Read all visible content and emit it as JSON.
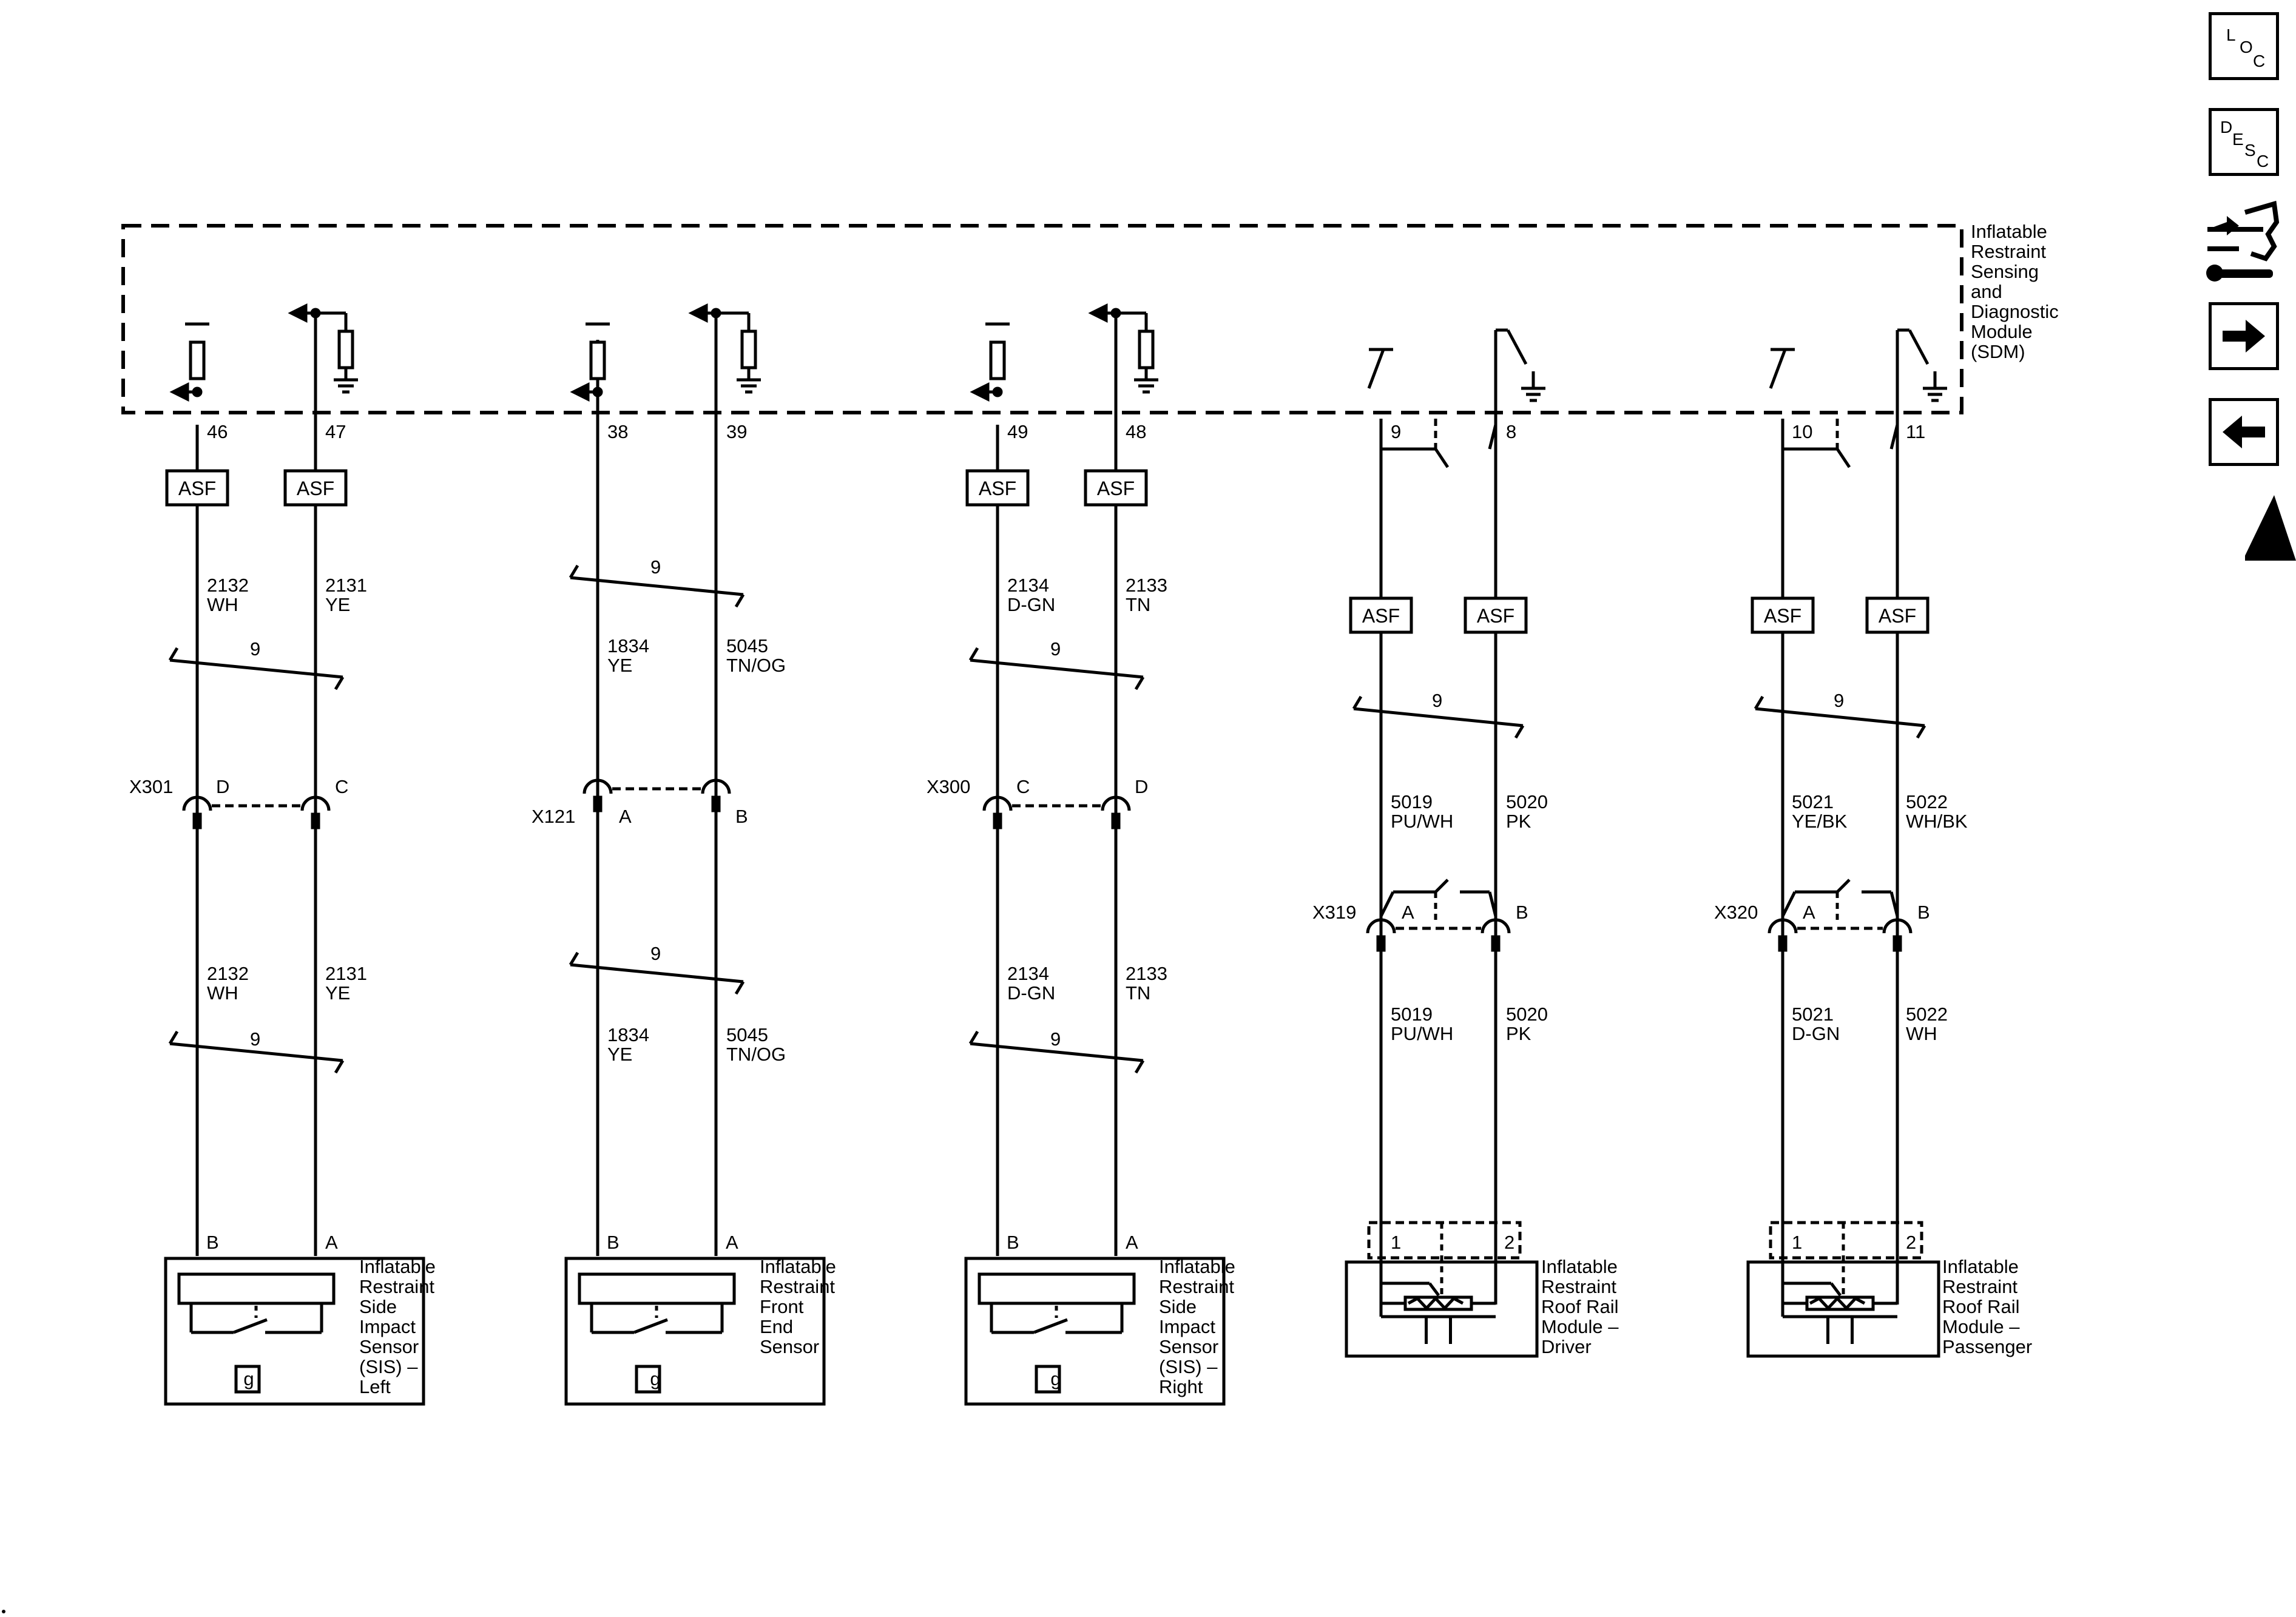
{
  "sdm": {
    "name_lines": [
      "Inflatable",
      "Restraint",
      "Sensing",
      "and",
      "Diagnostic",
      "Module",
      "(SDM)"
    ]
  },
  "asf_label": "ASF",
  "twist_label": "9",
  "circuits": [
    {
      "pin": "46",
      "upper_circuit": "2132",
      "upper_color": "WH",
      "conn_pin": "D",
      "lower_circuit": "2132",
      "lower_color": "WH",
      "dev_pin": "B"
    },
    {
      "pin": "47",
      "upper_circuit": "2131",
      "upper_color": "YE",
      "conn_pin": "C",
      "lower_circuit": "2131",
      "lower_color": "YE",
      "dev_pin": "A"
    },
    {
      "pin": "38",
      "upper_circuit": "1834",
      "upper_color": "YE",
      "conn_pin": "A",
      "lower_circuit": "1834",
      "lower_color": "YE",
      "dev_pin": "B"
    },
    {
      "pin": "39",
      "upper_circuit": "5045",
      "upper_color": "TN/OG",
      "conn_pin": "B",
      "lower_circuit": "5045",
      "lower_color": "TN/OG",
      "dev_pin": "A"
    },
    {
      "pin": "49",
      "upper_circuit": "2134",
      "upper_color": "D-GN",
      "conn_pin": "C",
      "lower_circuit": "2134",
      "lower_color": "D-GN",
      "dev_pin": "B"
    },
    {
      "pin": "48",
      "upper_circuit": "2133",
      "upper_color": "TN",
      "conn_pin": "D",
      "lower_circuit": "2133",
      "lower_color": "TN",
      "dev_pin": "A"
    },
    {
      "pin": "9",
      "upper_circuit": "5019",
      "upper_color": "PU/WH",
      "conn_pin": "A",
      "lower_circuit": "5019",
      "lower_color": "PU/WH",
      "dev_pin": "1"
    },
    {
      "pin": "8",
      "upper_circuit": "5020",
      "upper_color": "PK",
      "conn_pin": "B",
      "lower_circuit": "5020",
      "lower_color": "PK",
      "dev_pin": "2"
    },
    {
      "pin": "10",
      "upper_circuit": "5021",
      "upper_color": "YE/BK",
      "conn_pin": "A",
      "lower_circuit": "5021",
      "lower_color": "D-GN",
      "dev_pin": "1"
    },
    {
      "pin": "11",
      "upper_circuit": "5022",
      "upper_color": "WH/BK",
      "conn_pin": "B",
      "lower_circuit": "5022",
      "lower_color": "WH",
      "dev_pin": "2"
    }
  ],
  "connectors": [
    "X301",
    "X121",
    "X300",
    "X319",
    "X320"
  ],
  "devices": [
    {
      "lines": [
        "Inflatable",
        "Restraint",
        "Side",
        "Impact",
        "Sensor",
        "(SIS) –",
        "Left"
      ],
      "icon": "g"
    },
    {
      "lines": [
        "Inflatable",
        "Restraint",
        "Front",
        "End",
        "Sensor"
      ],
      "icon": "g"
    },
    {
      "lines": [
        "Inflatable",
        "Restraint",
        "Side",
        "Impact",
        "Sensor",
        "(SIS) –",
        "Right"
      ],
      "icon": "g"
    },
    {
      "lines": [
        "Inflatable",
        "Restraint",
        "Roof Rail",
        "Module –",
        "Driver"
      ]
    },
    {
      "lines": [
        "Inflatable",
        "Restraint",
        "Roof Rail",
        "Module –",
        "Passenger"
      ]
    }
  ],
  "nav": {
    "loc": [
      "L",
      "O",
      "C"
    ],
    "desc": [
      "D",
      "E",
      "S",
      "C"
    ],
    "icons": [
      "connector-end-view-icon",
      "next-page-arrow-icon",
      "previous-page-arrow-icon",
      "airbag-warning-icon"
    ]
  }
}
